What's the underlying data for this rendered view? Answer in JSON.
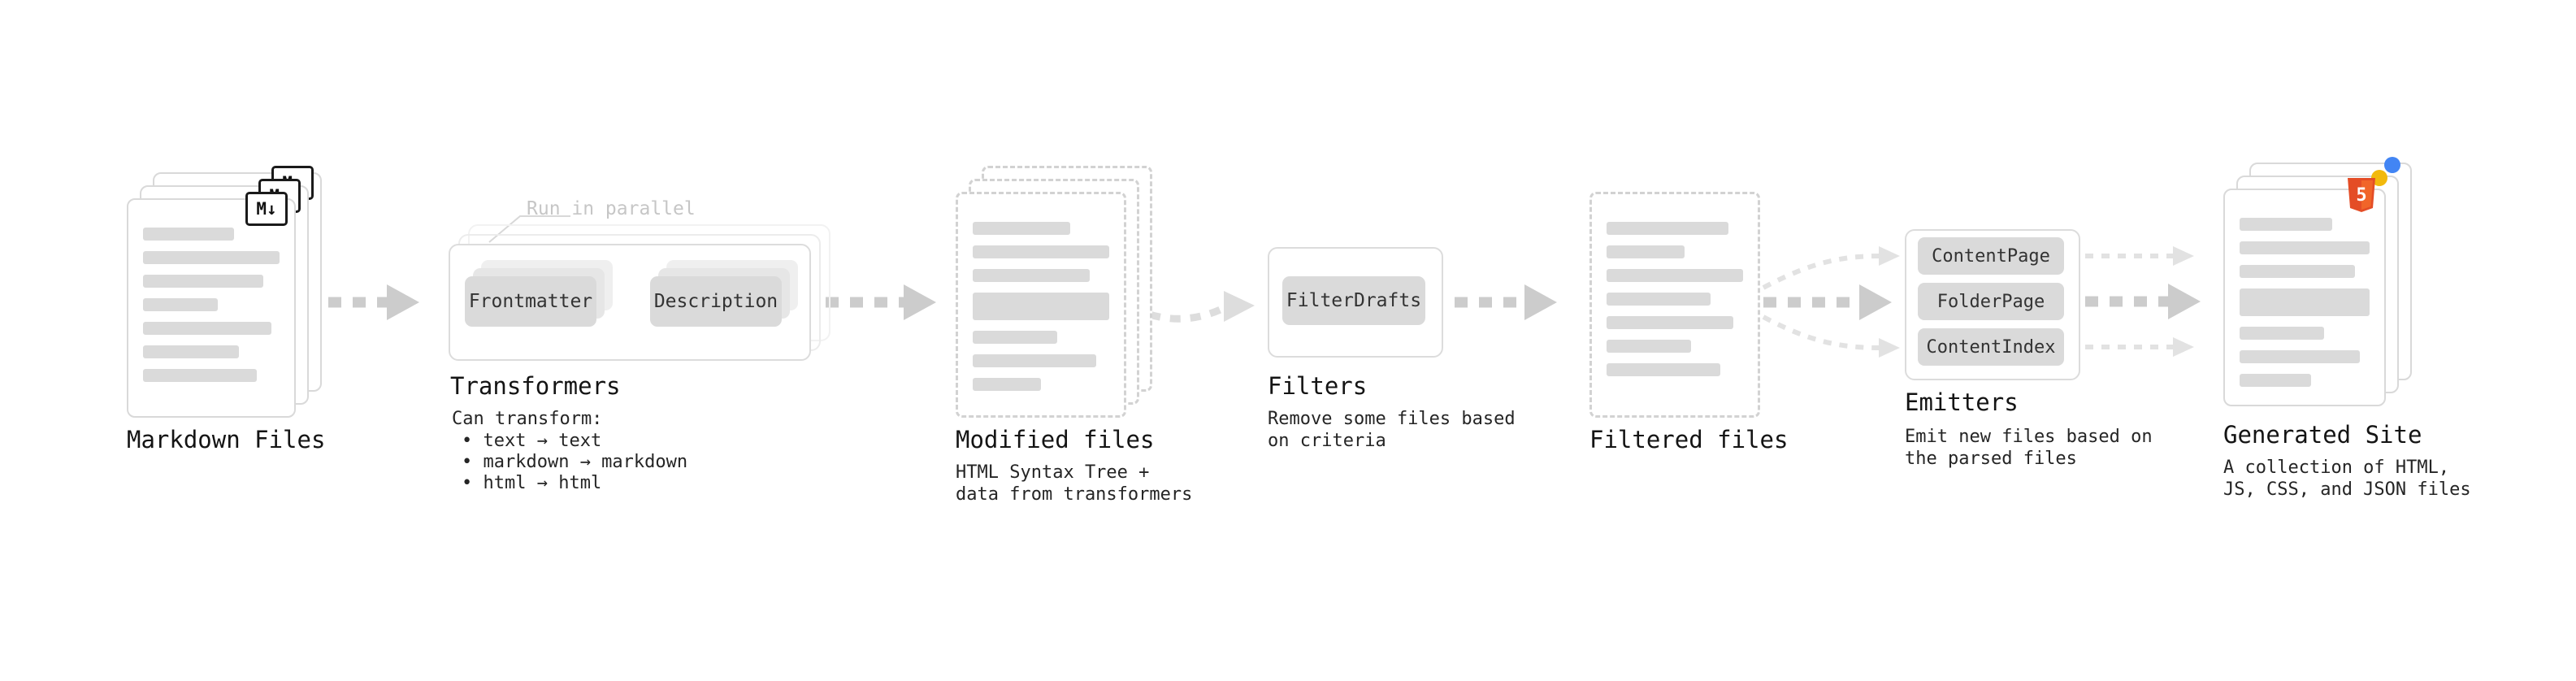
{
  "stages": {
    "markdown_files": {
      "label": "Markdown Files",
      "badge": "M↓"
    },
    "transformers": {
      "annotation": "Run in parallel",
      "buttons": [
        "Frontmatter",
        "Description"
      ],
      "label": "Transformers",
      "description_title": "Can transform:",
      "bullets": [
        "• text → text",
        "• markdown → markdown",
        "• html → html"
      ]
    },
    "modified_files": {
      "label": "Modified files",
      "description": "HTML Syntax Tree +\ndata from transformers"
    },
    "filters": {
      "buttons": [
        "FilterDrafts"
      ],
      "label": "Filters",
      "description": "Remove some files based\non criteria"
    },
    "filtered_files": {
      "label": "Filtered files"
    },
    "emitters": {
      "buttons": [
        "ContentPage",
        "FolderPage",
        "ContentIndex"
      ],
      "label": "Emitters",
      "description": "Emit new files based on\nthe parsed files"
    },
    "generated_site": {
      "label": "Generated Site",
      "badge": "5",
      "description": "A collection of HTML,\nJS, CSS, and JSON files"
    }
  },
  "colors": {
    "arrow_bold": "#cccccc",
    "arrow_light": "#e0e0e0",
    "html_badge": "#e44d26",
    "js_dot": "#f2b90d",
    "css_dot": "#4285f4",
    "placeholder_bar": "#dadada"
  }
}
